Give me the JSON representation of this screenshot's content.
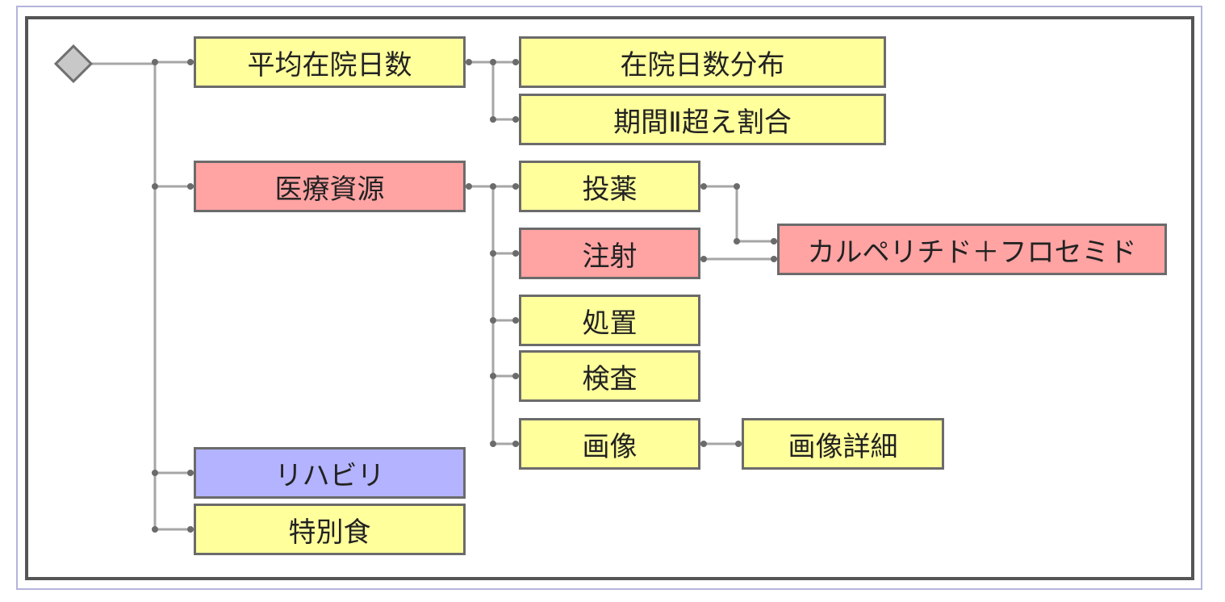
{
  "nodes": {
    "avg_stay": "平均在院日数",
    "stay_dist": "在院日数分布",
    "period_ratio": "期間Ⅱ超え割合",
    "medical_resources": "医療資源",
    "medication": "投薬",
    "injection": "注射",
    "drug_combo": "カルペリチド＋フロセミド",
    "procedure": "処置",
    "test": "検査",
    "imaging": "画像",
    "imaging_detail": "画像詳細",
    "rehab": "リハビリ",
    "special_meal": "特別食"
  },
  "colors": {
    "yellow": "#ffff9c",
    "red": "#ffa3a3",
    "blue": "#b3b3ff",
    "line": "#a6a6a6",
    "dot": "#6b6b6b",
    "border": "#555555"
  }
}
